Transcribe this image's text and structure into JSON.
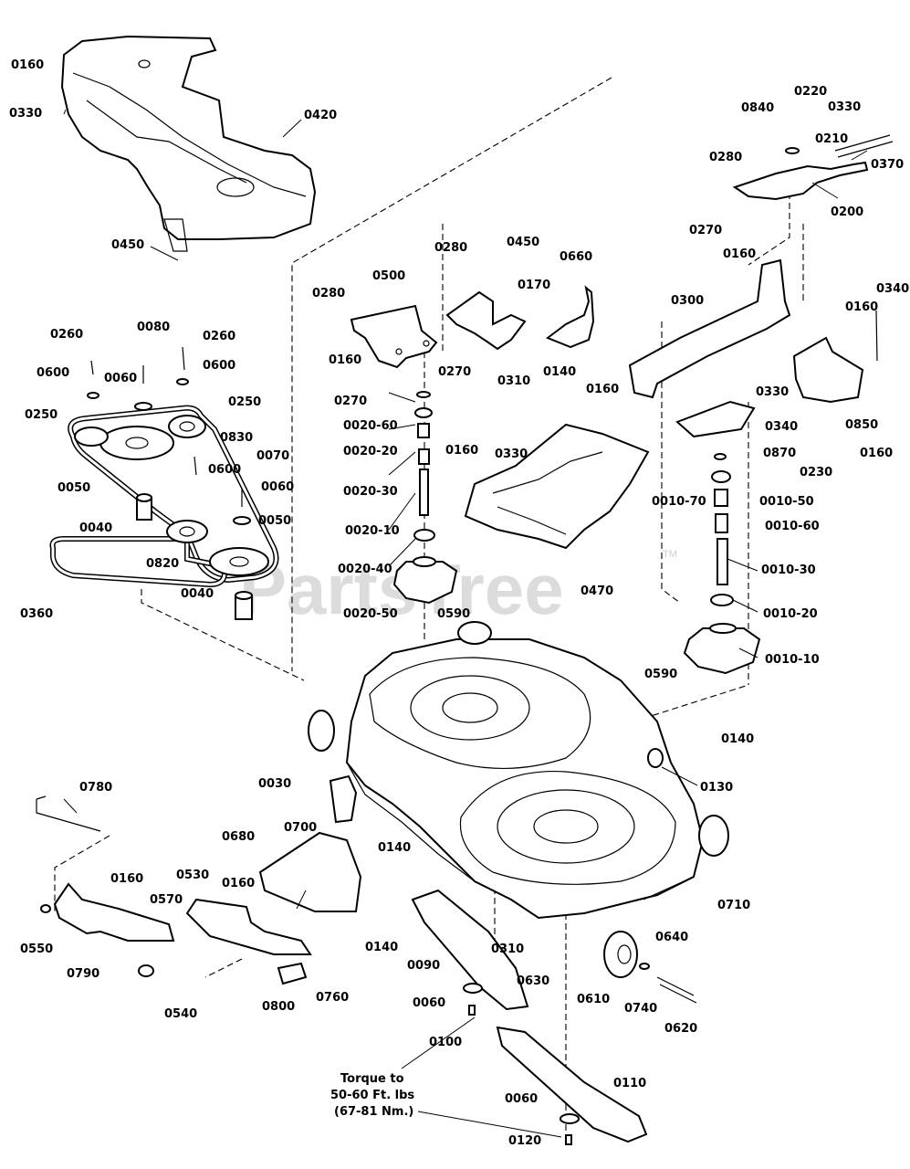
{
  "watermark": {
    "text": "PartsTree",
    "tm": "TM"
  },
  "torque_note": [
    "Torque to",
    "50-60 Ft. lbs",
    "(67-81 Nm.)"
  ],
  "labels": [
    "0160",
    "0330",
    "0420",
    "0450",
    "0840",
    "0220",
    "0330",
    "0280",
    "0210",
    "0370",
    "0200",
    "0270",
    "0160",
    "0260",
    "0080",
    "0260",
    "0600",
    "0060",
    "0600",
    "0250",
    "0250",
    "0830",
    "0050",
    "0070",
    "0600",
    "0060",
    "0040",
    "0050",
    "0820",
    "0360",
    "0040",
    "0280",
    "0500",
    "0160",
    "0270",
    "0280",
    "0450",
    "0170",
    "0660",
    "0270",
    "0310",
    "0140",
    "0020-60",
    "0020-20",
    "0020-30",
    "0020-10",
    "0020-40",
    "0020-50",
    "0590",
    "0160",
    "0330",
    "0470",
    "0300",
    "0160",
    "0330",
    "0340",
    "0870",
    "0340",
    "0160",
    "0850",
    "0230",
    "0160",
    "0010-70",
    "0010-50",
    "0010-60",
    "0010-30",
    "0010-20",
    "0010-10",
    "0590",
    "0140",
    "0130",
    "0710",
    "0030",
    "0700",
    "0140",
    "0680",
    "0780",
    "0160",
    "0530",
    "0570",
    "0160",
    "0140",
    "0550",
    "0790",
    "0540",
    "0800",
    "0760",
    "0310",
    "0630",
    "0090",
    "0060",
    "0100",
    "0610",
    "0640",
    "0740",
    "0620",
    "0110",
    "0060",
    "0120"
  ]
}
